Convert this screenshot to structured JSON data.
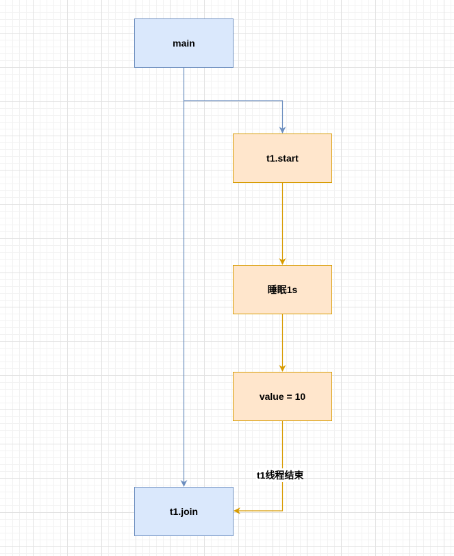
{
  "nodes": {
    "main": "main",
    "start": "t1.start",
    "sleep": "睡眠1s",
    "value": "value = 10",
    "join": "t1.join"
  },
  "edges": {
    "end_label": "t1线程结束"
  },
  "colors": {
    "main_thread_fill": "#dae8fc",
    "main_thread_stroke": "#6c8ebf",
    "t1_thread_fill": "#ffe6cc",
    "t1_thread_stroke": "#d79b00"
  }
}
